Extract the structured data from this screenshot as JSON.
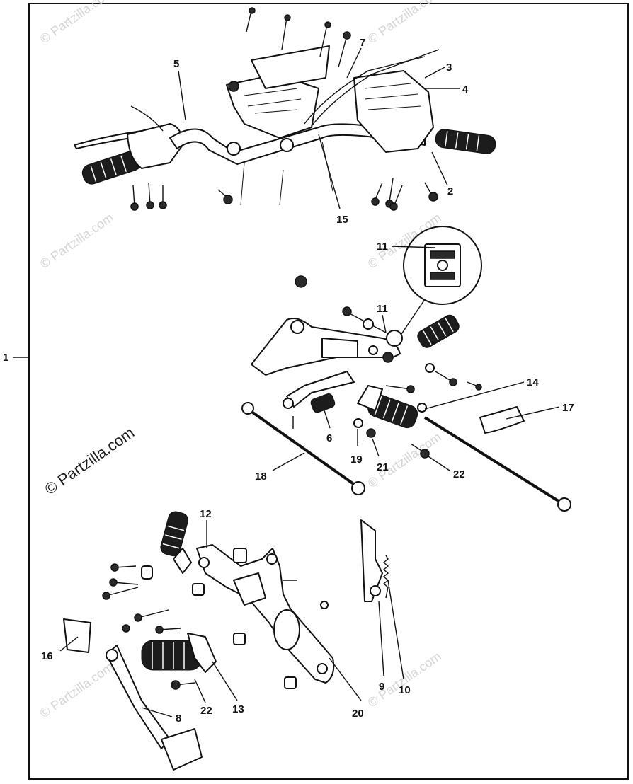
{
  "frame_label": "1",
  "callouts": [
    {
      "id": "c5",
      "text": "5"
    },
    {
      "id": "c7",
      "text": "7"
    },
    {
      "id": "c3",
      "text": "3"
    },
    {
      "id": "c4",
      "text": "4"
    },
    {
      "id": "c2",
      "text": "2"
    },
    {
      "id": "c15",
      "text": "15"
    },
    {
      "id": "c11a",
      "text": "11"
    },
    {
      "id": "c11b",
      "text": "11"
    },
    {
      "id": "c14",
      "text": "14"
    },
    {
      "id": "c17",
      "text": "17"
    },
    {
      "id": "c6",
      "text": "6"
    },
    {
      "id": "c19",
      "text": "19"
    },
    {
      "id": "c21",
      "text": "21"
    },
    {
      "id": "c22a",
      "text": "22"
    },
    {
      "id": "c18",
      "text": "18"
    },
    {
      "id": "c12",
      "text": "12"
    },
    {
      "id": "c16",
      "text": "16"
    },
    {
      "id": "c8",
      "text": "8"
    },
    {
      "id": "c22b",
      "text": "22"
    },
    {
      "id": "c13",
      "text": "13"
    },
    {
      "id": "c20",
      "text": "20"
    },
    {
      "id": "c9",
      "text": "9"
    },
    {
      "id": "c10",
      "text": "10"
    }
  ],
  "watermark": {
    "main": "© Partzilla.com",
    "small": "© Partzilla.com"
  }
}
